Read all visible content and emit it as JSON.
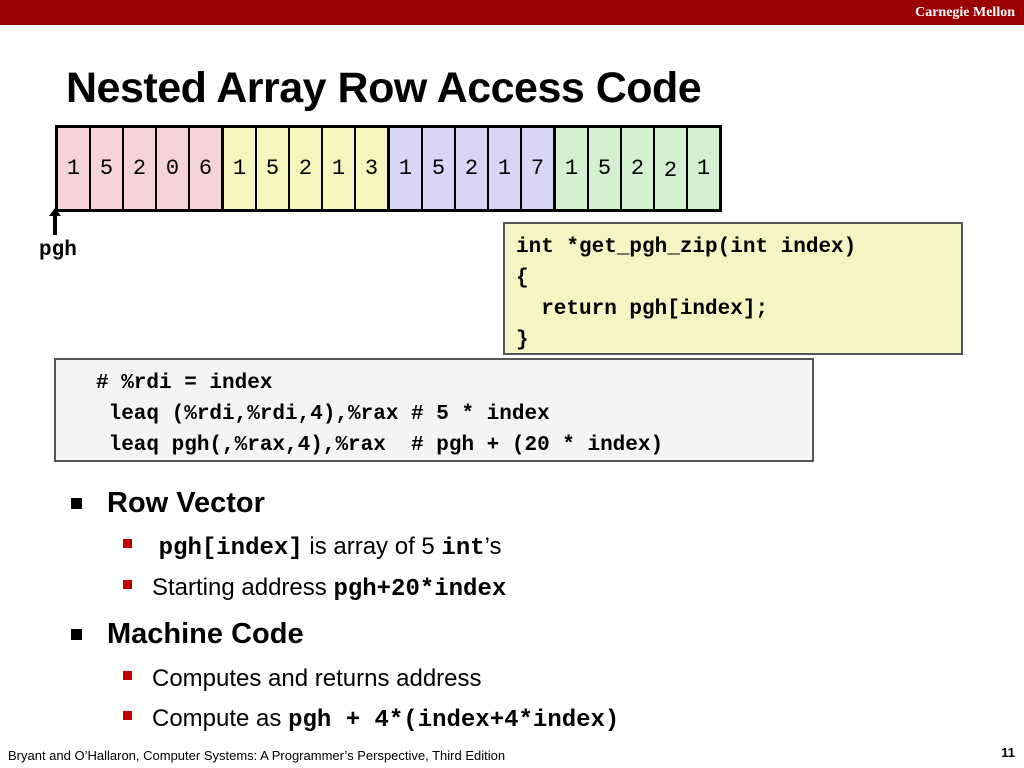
{
  "header": {
    "brand": "Carnegie Mellon"
  },
  "title": "Nested Array Row Access Code",
  "array": {
    "groups": [
      {
        "values": [
          "1",
          "5",
          "2",
          "0",
          "6"
        ],
        "color": "#f6d3d7"
      },
      {
        "values": [
          "1",
          "5",
          "2",
          "1",
          "3"
        ],
        "color": "#f8f4bd"
      },
      {
        "values": [
          "1",
          "5",
          "2",
          "1",
          "7"
        ],
        "color": "#d8d6f4"
      },
      {
        "values": [
          "1",
          "5",
          "2",
          "2",
          "1"
        ],
        "color": "#d5f0d1"
      }
    ]
  },
  "pointer": {
    "label": "pgh"
  },
  "c_code": {
    "lines": [
      "int *get_pgh_zip(int index)",
      "{",
      "  return pgh[index];",
      "}"
    ]
  },
  "asm_code": {
    "lines": [
      "# %rdi = index",
      " leaq (%rdi,%rdi,4),%rax # 5 * index",
      " leaq pgh(,%rax,4),%rax  # pgh + (20 * index)"
    ]
  },
  "bullets": {
    "row_vector": {
      "heading": "Row Vector",
      "item1": {
        "code1": "pgh[index]",
        "text1": " is array of 5 ",
        "code2": "int",
        "text2": "’s"
      },
      "item2": {
        "text": "Starting address ",
        "code": "pgh+20*index"
      }
    },
    "machine_code": {
      "heading": "Machine Code",
      "item1": {
        "text": "Computes and returns address"
      },
      "item2": {
        "text": "Compute as ",
        "code": "pgh + 4*(index+4*index)"
      }
    }
  },
  "footer": {
    "citation": "Bryant and O’Hallaron, Computer Systems: A Programmer’s Perspective, Third Edition",
    "page": "11"
  }
}
